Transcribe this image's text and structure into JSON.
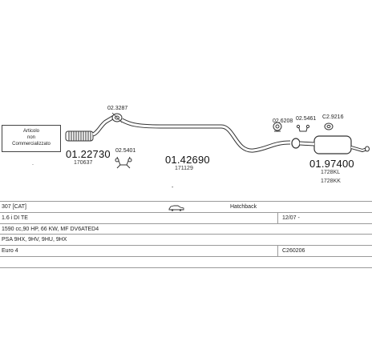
{
  "diagram": {
    "note_lines": [
      "Articolo",
      "non",
      "Commercializzato"
    ],
    "parts": {
      "flex_pipe": {
        "code": "01.22730",
        "ref": "170637"
      },
      "gasket_top": {
        "code": "02.3287"
      },
      "clamp_left": {
        "code": "02.5401"
      },
      "center_pipe": {
        "code": "01.42690",
        "ref": "171129"
      },
      "clamp_a": {
        "code": "02.6208"
      },
      "clamp_b": {
        "code": "02.5461"
      },
      "gasket_c": {
        "code": "C2.9216"
      },
      "rear_muffler": {
        "code": "01.97400",
        "ref1": "1728KL",
        "ref2": "1728KK"
      }
    },
    "marks": {
      "dash": "-",
      "dot": "."
    }
  },
  "info": {
    "model": "307  [CAT]",
    "body_type": "Hatchback",
    "engine": "1.6 i DI TE",
    "date": "12/07 -",
    "spec": "1590 cc,90 HP, 66 KW, MF DV6ATED4",
    "codes": "PSA 9HX, 9HV, 9HU, 9HX",
    "emission": "Euro 4",
    "catalog_code": "C260206"
  }
}
